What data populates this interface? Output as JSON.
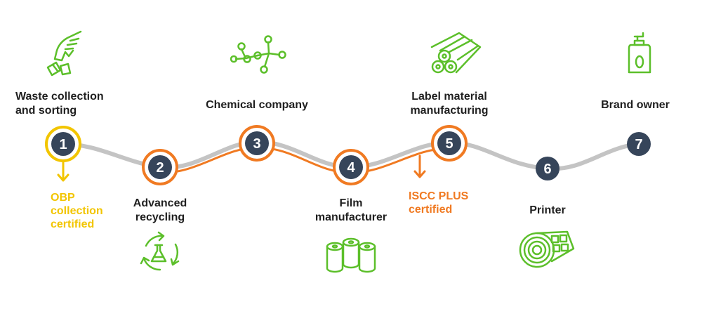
{
  "steps": [
    {
      "number": "1",
      "label": "Waste collection\nand sorting",
      "icon": "hand-waste-icon",
      "style": "highlight-yellow"
    },
    {
      "number": "2",
      "label": "Advanced\nrecycling",
      "icon": "recycling-flask-icon",
      "style": "highlight-orange"
    },
    {
      "number": "3",
      "label": "Chemical company",
      "icon": "molecule-icon",
      "style": "highlight-orange"
    },
    {
      "number": "4",
      "label": "Film\nmanufacturer",
      "icon": "film-rolls-icon",
      "style": "highlight-orange"
    },
    {
      "number": "5",
      "label": "Label material\nmanufacturing",
      "icon": "material-rolls-icon",
      "style": "highlight-orange"
    },
    {
      "number": "6",
      "label": "Printer",
      "icon": "label-roll-icon",
      "style": "plain"
    },
    {
      "number": "7",
      "label": "Brand owner",
      "icon": "bottle-icon",
      "style": "plain"
    }
  ],
  "certifications": [
    {
      "text": "OBP\ncollection\ncertified",
      "color": "#f2c500"
    },
    {
      "text": "ISCC PLUS\ncertified",
      "color": "#f07a22"
    }
  ],
  "colors": {
    "green": "#5cbf2a",
    "orange": "#f07a22",
    "yellow": "#f2c500",
    "navy": "#36455a",
    "grey_path": "#c4c4c4",
    "text": "#1f1f1f"
  }
}
